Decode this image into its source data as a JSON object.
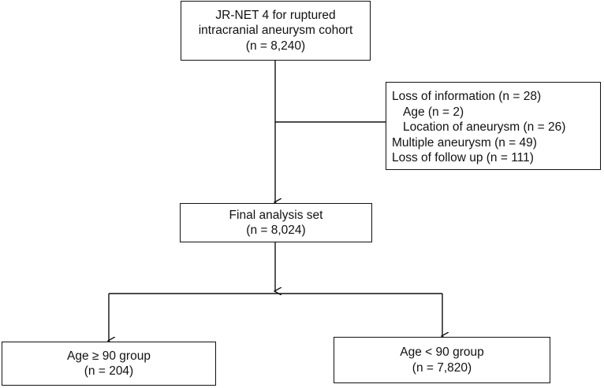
{
  "flowchart": {
    "cohort": {
      "lines": [
        "JR-NET 4 for ruptured",
        "intracranial aneurysm cohort",
        "(n = 8,240)"
      ]
    },
    "exclusions": {
      "lines": [
        "Loss of information (n = 28)",
        "Age (n = 2)",
        "Location of aneurysm (n = 26)",
        "Multiple aneurysm (n = 49)",
        "Loss of follow up (n = 111)"
      ]
    },
    "final_set": {
      "lines": [
        "Final analysis set",
        "(n = 8,024)"
      ]
    },
    "group_old": {
      "lines": [
        "Age ≥ 90 group",
        "(n = 204)"
      ]
    },
    "group_young": {
      "lines": [
        "Age < 90  group",
        "(n = 7,820)"
      ]
    }
  }
}
